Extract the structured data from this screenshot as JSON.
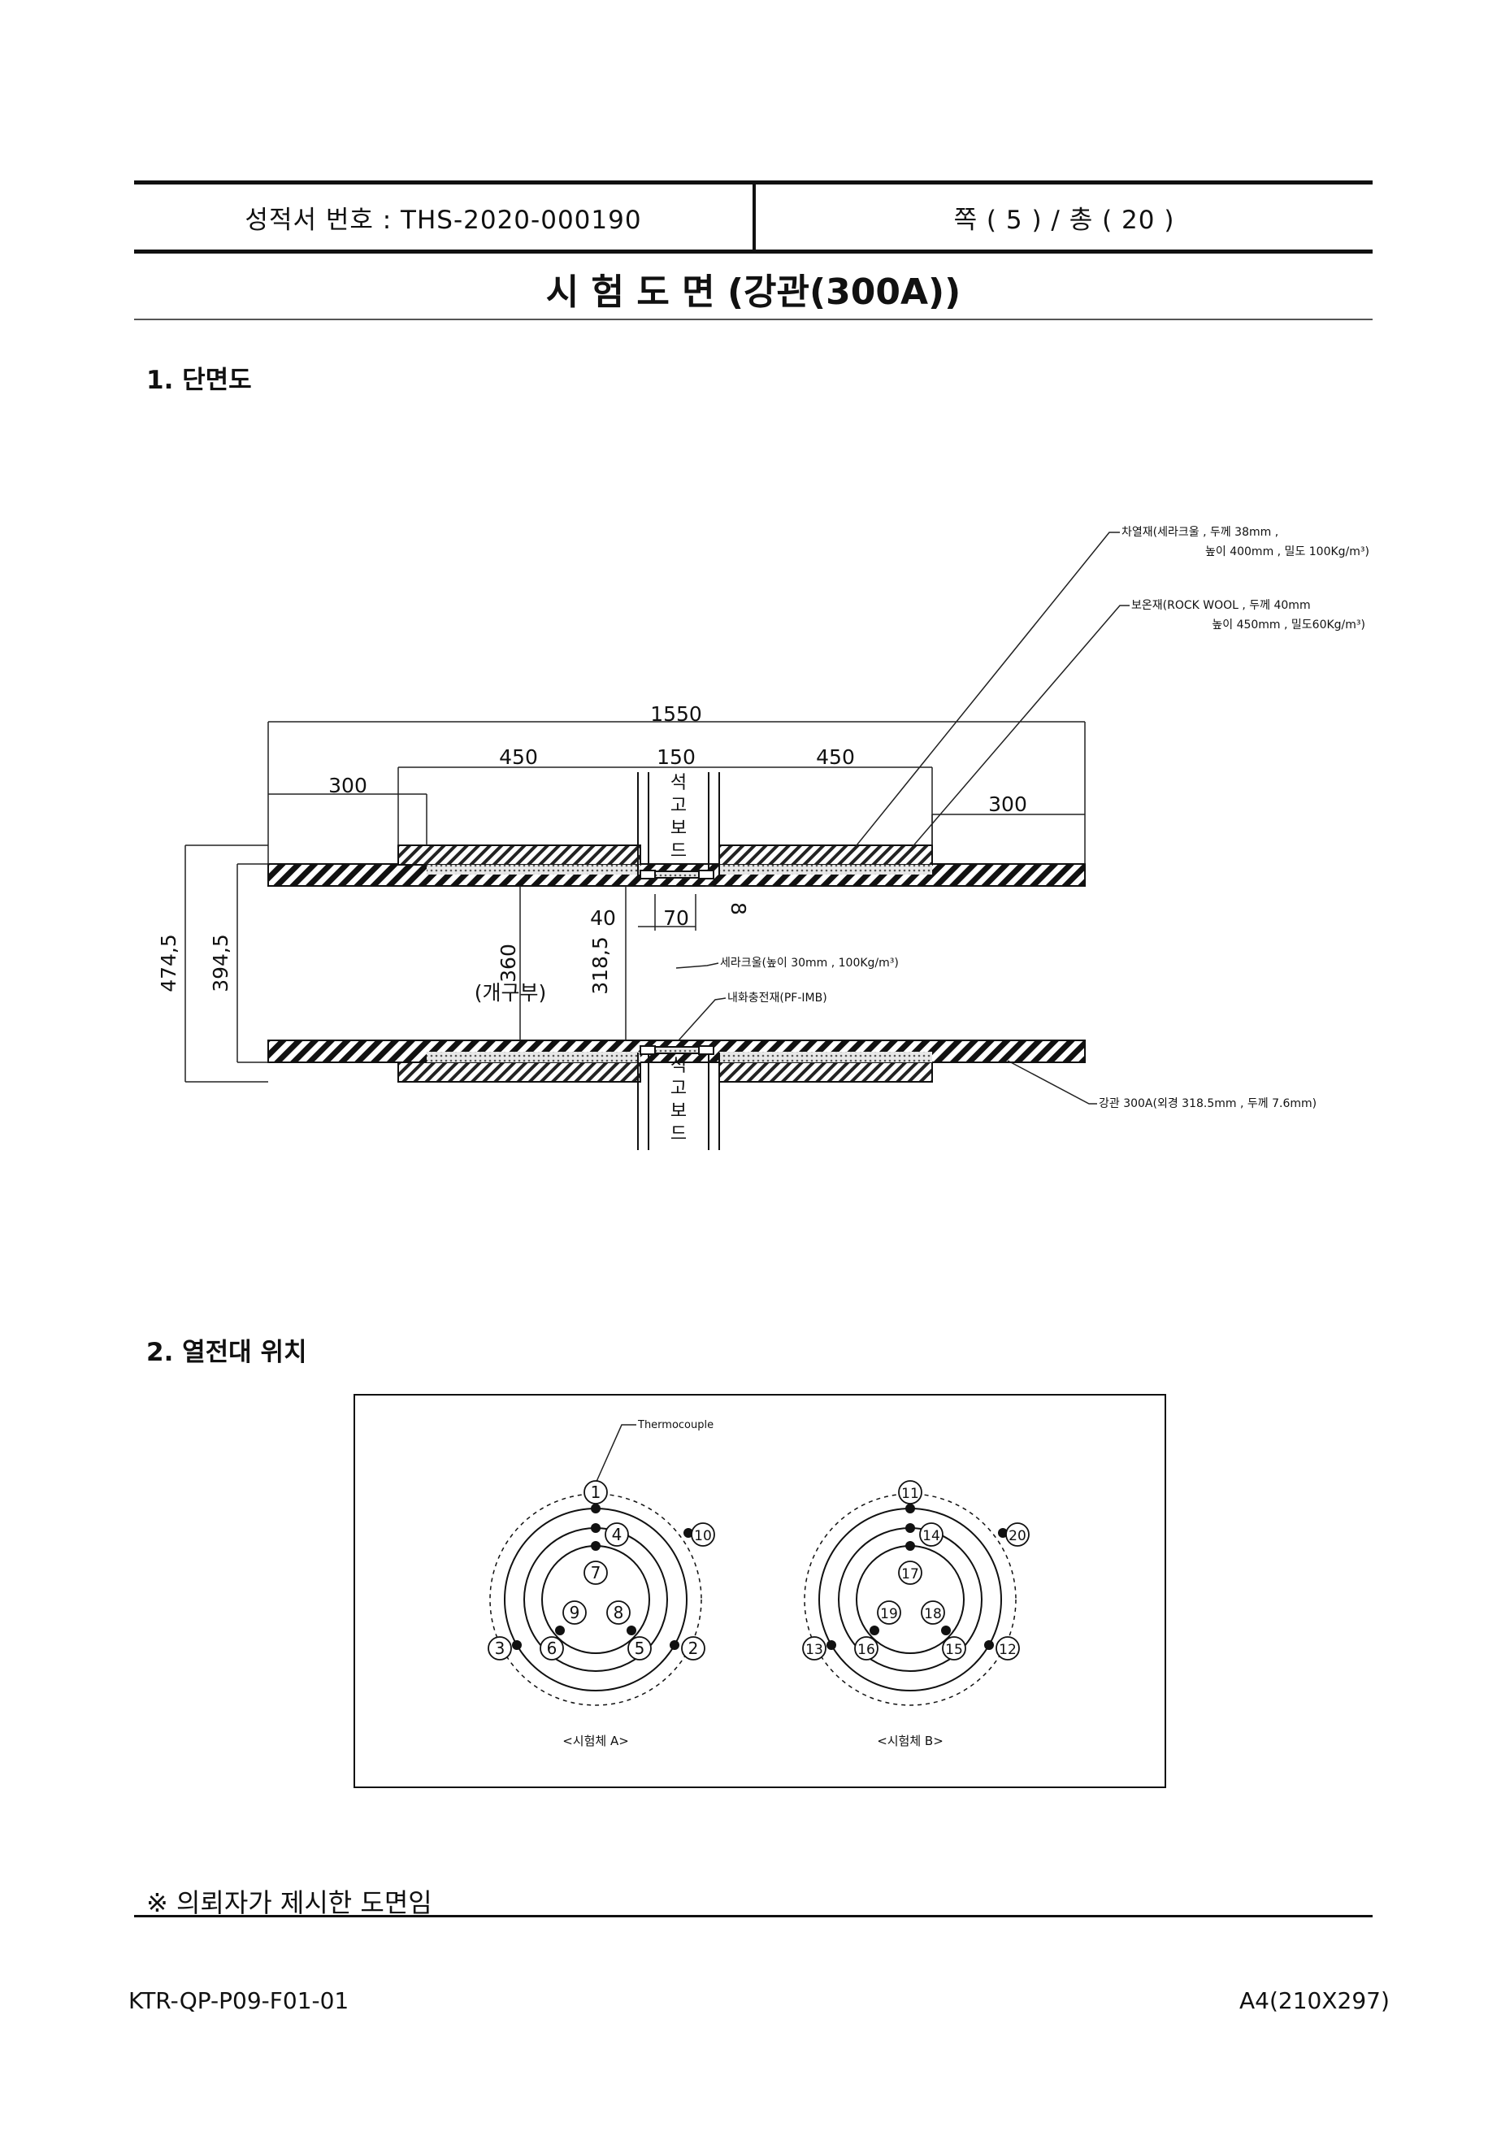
{
  "header": {
    "report_no": "성적서 번호 : THS-2020-000190",
    "page_info": "쪽 ( 5 ) / 총 ( 20 )"
  },
  "title": "시 험 도 면 (강관(300A))",
  "section1": {
    "heading": "1. 단면도",
    "dims": {
      "total": "1550",
      "left_insul": "450",
      "center": "150",
      "right_insul": "450",
      "left_end": "300",
      "right_end": "300",
      "outer_dia": "474,5",
      "insul_dia": "394,5",
      "opening": "360",
      "opening_label": "(개구부)",
      "pipe_od": "318,5",
      "d40": "40",
      "d70": "70",
      "d8": "8"
    },
    "board_label": [
      "석",
      "고",
      "보",
      "드"
    ],
    "callouts": {
      "ceramic_line1": "차열재(세라크울 , 두께 38mm ,",
      "ceramic_line2": "높이 400mm , 밀도 100Kg/m³)",
      "rockwool_line1": "보온재(ROCK WOOL , 두께 40mm",
      "rockwool_line2": "높이 450mm , 밀도60Kg/m³)",
      "ceramic_fill": "세라크울(높이 30mm , 100Kg/m³)",
      "fire_filler": "내화충전재(PF-IMB)",
      "steel_pipe": "강관 300A(외경 318.5mm , 두께 7.6mm)"
    }
  },
  "section2": {
    "heading": "2. 열전대 위치",
    "thermocouple_label": "Thermocouple",
    "specimen_a": {
      "label": "<시험체 A>",
      "points": [
        "1",
        "2",
        "3",
        "4",
        "5",
        "6",
        "7",
        "8",
        "9",
        "10"
      ]
    },
    "specimen_b": {
      "label": "<시험체 B>",
      "points": [
        "11",
        "12",
        "13",
        "14",
        "15",
        "16",
        "17",
        "18",
        "19",
        "20"
      ]
    }
  },
  "note": "※ 의뢰자가 제시한 도면임",
  "footer": {
    "form_code": "KTR-QP-P09-F01-01",
    "paper_size": "A4(210X297)"
  }
}
